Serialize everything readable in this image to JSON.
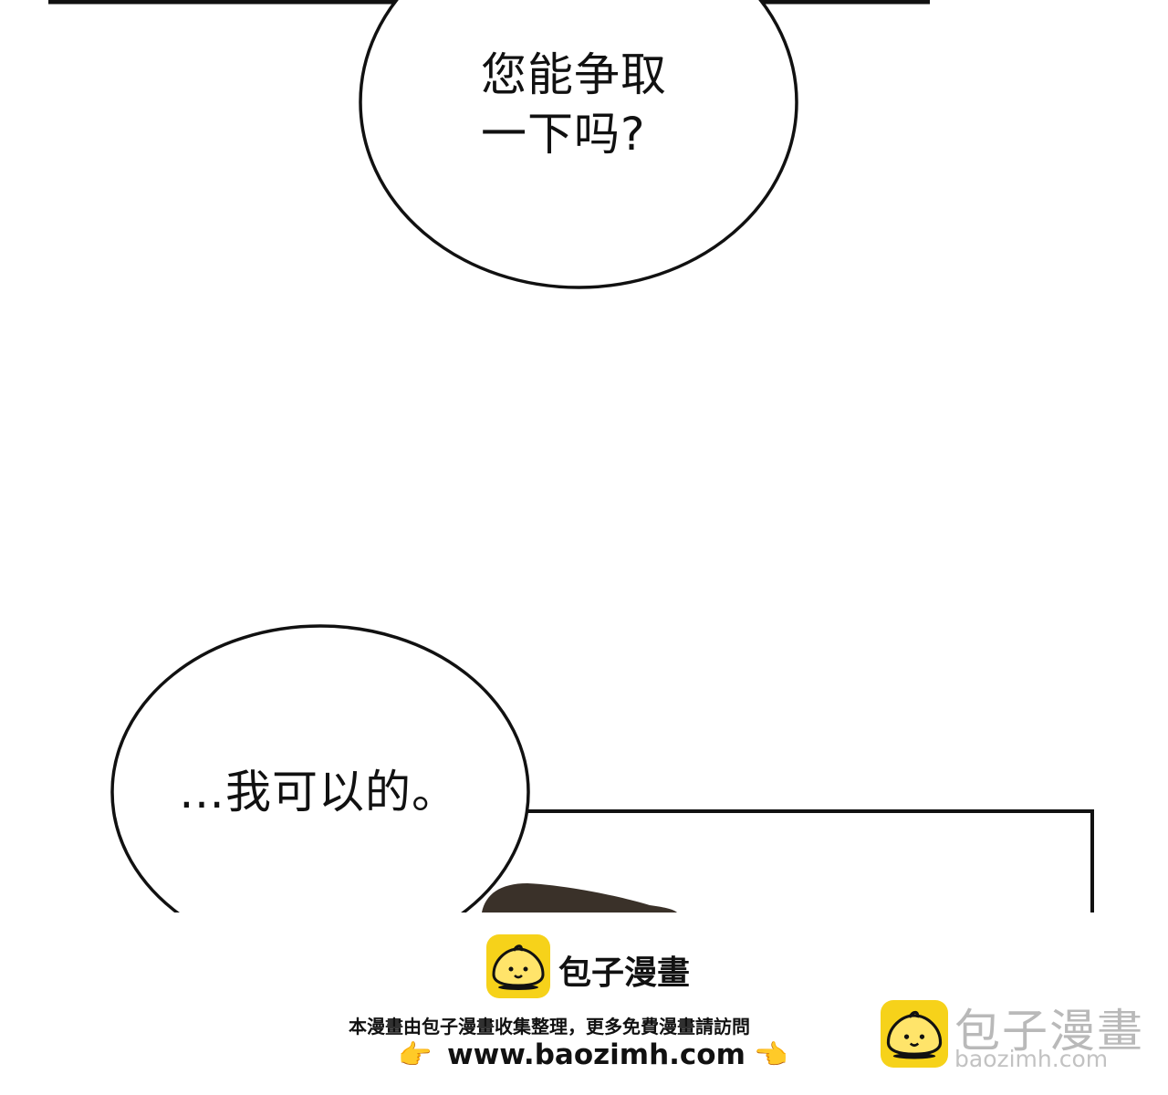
{
  "page": {
    "bubbles": [
      {
        "lines": [
          "您能争取",
          "一下吗?"
        ]
      },
      {
        "text": "…我可以的。"
      }
    ]
  },
  "footer": {
    "brand": "包子漫畫",
    "notice": "本漫畫由包子漫畫收集整理，更多免費漫畫請訪問",
    "url": "www.baozimh.com",
    "hand_left_icon": "pointing-hand-right",
    "hand_right_icon": "pointing-hand-left"
  },
  "watermark": {
    "brand": "包子漫畫",
    "url": "baozimh.com",
    "logo_icon": "baozi-bun-logo"
  },
  "colors": {
    "logo_yellow": "#f6d21a",
    "ink": "#111111",
    "watermark_gray": "#b9b9b9",
    "hair_brown": "#3a3129"
  }
}
